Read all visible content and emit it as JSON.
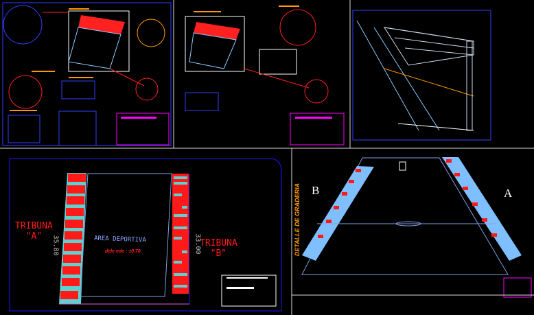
{
  "plan": {
    "tribuna_a": "TRIBUNA",
    "tribuna_a_letter": "\"A\"",
    "tribuna_b": "TRIBUNA",
    "tribuna_b_letter": "\"B\"",
    "area_label": "AREA DEPORTIVA",
    "level_note": "dele ede : ±0.70",
    "dim_a": "35.80",
    "dim_b": "33.00"
  },
  "perspective": {
    "title": "DETALLE DE GRADERIA",
    "label_b": "B",
    "label_a": "A"
  },
  "colors": {
    "red": "#ff0000",
    "blue": "#0000ff",
    "cyan": "#5fd0d0",
    "light_blue": "#7fbfff",
    "orange": "#ff9900",
    "magenta": "#ff00ff"
  }
}
